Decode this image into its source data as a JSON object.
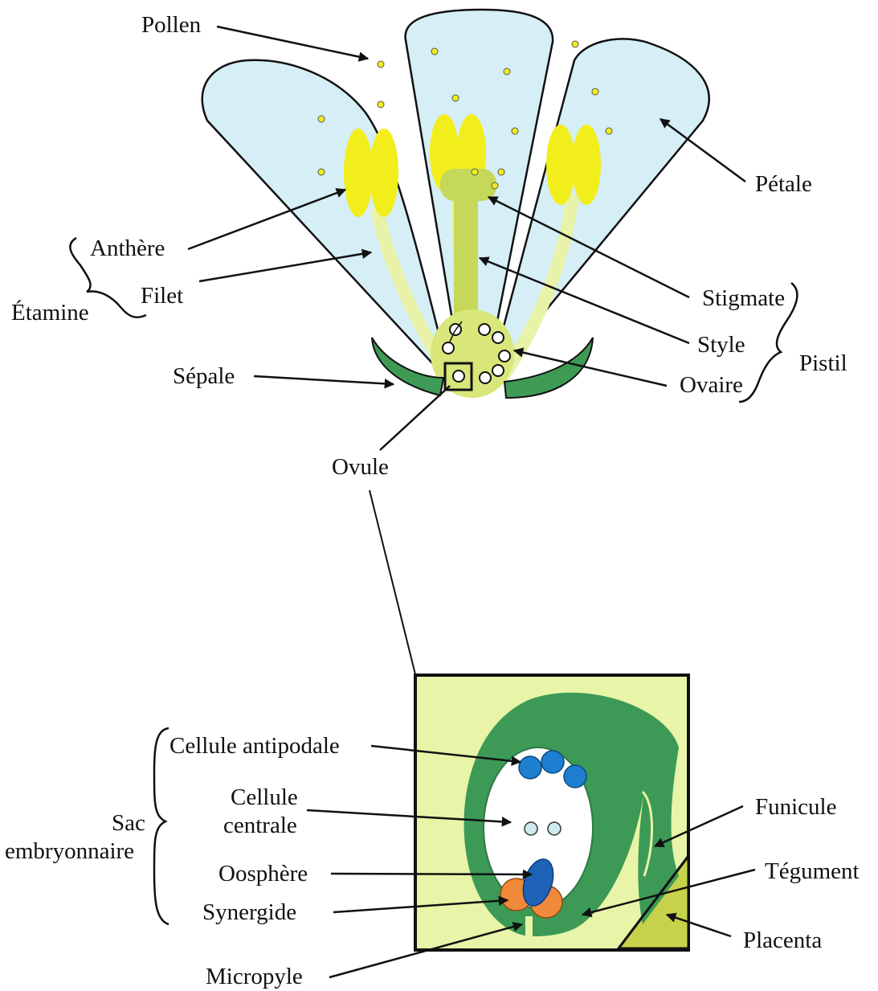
{
  "labels": {
    "pollen": "Pollen",
    "petale": "Pétale",
    "anthere": "Anthère",
    "filet": "Filet",
    "etamine": "Étamine",
    "stigmate": "Stigmate",
    "style": "Style",
    "ovaire": "Ovaire",
    "pistil": "Pistil",
    "sepale": "Sépale",
    "ovule": "Ovule",
    "cellule_antipodale": "Cellule antipodale",
    "cellule_centrale_1": "Cellule",
    "cellule_centrale_2": "centrale",
    "sac_1": "Sac",
    "sac_2": "embryonnaire",
    "oosphere": "Oosphère",
    "synergide": "Synergide",
    "micropyle": "Micropyle",
    "funicule": "Funicule",
    "tegument": "Tégument",
    "placenta": "Placenta"
  },
  "colors": {
    "petal": "#d6eef6",
    "anther": "#f2ee1c",
    "filament": "#e8f2a8",
    "pistil": "#c6d85a",
    "ovary": "#d8e67a",
    "sepal": "#3f9a55",
    "pollen": "#f2ee1c",
    "inset_bg": "#e8f4a8",
    "integument": "#3c9a56",
    "placenta": "#c6d24a",
    "antipodal": "#1e7fd0",
    "polar_nuclei": "#cfeaf0",
    "egg": "#1e63b8",
    "synergid": "#f08a3a"
  }
}
